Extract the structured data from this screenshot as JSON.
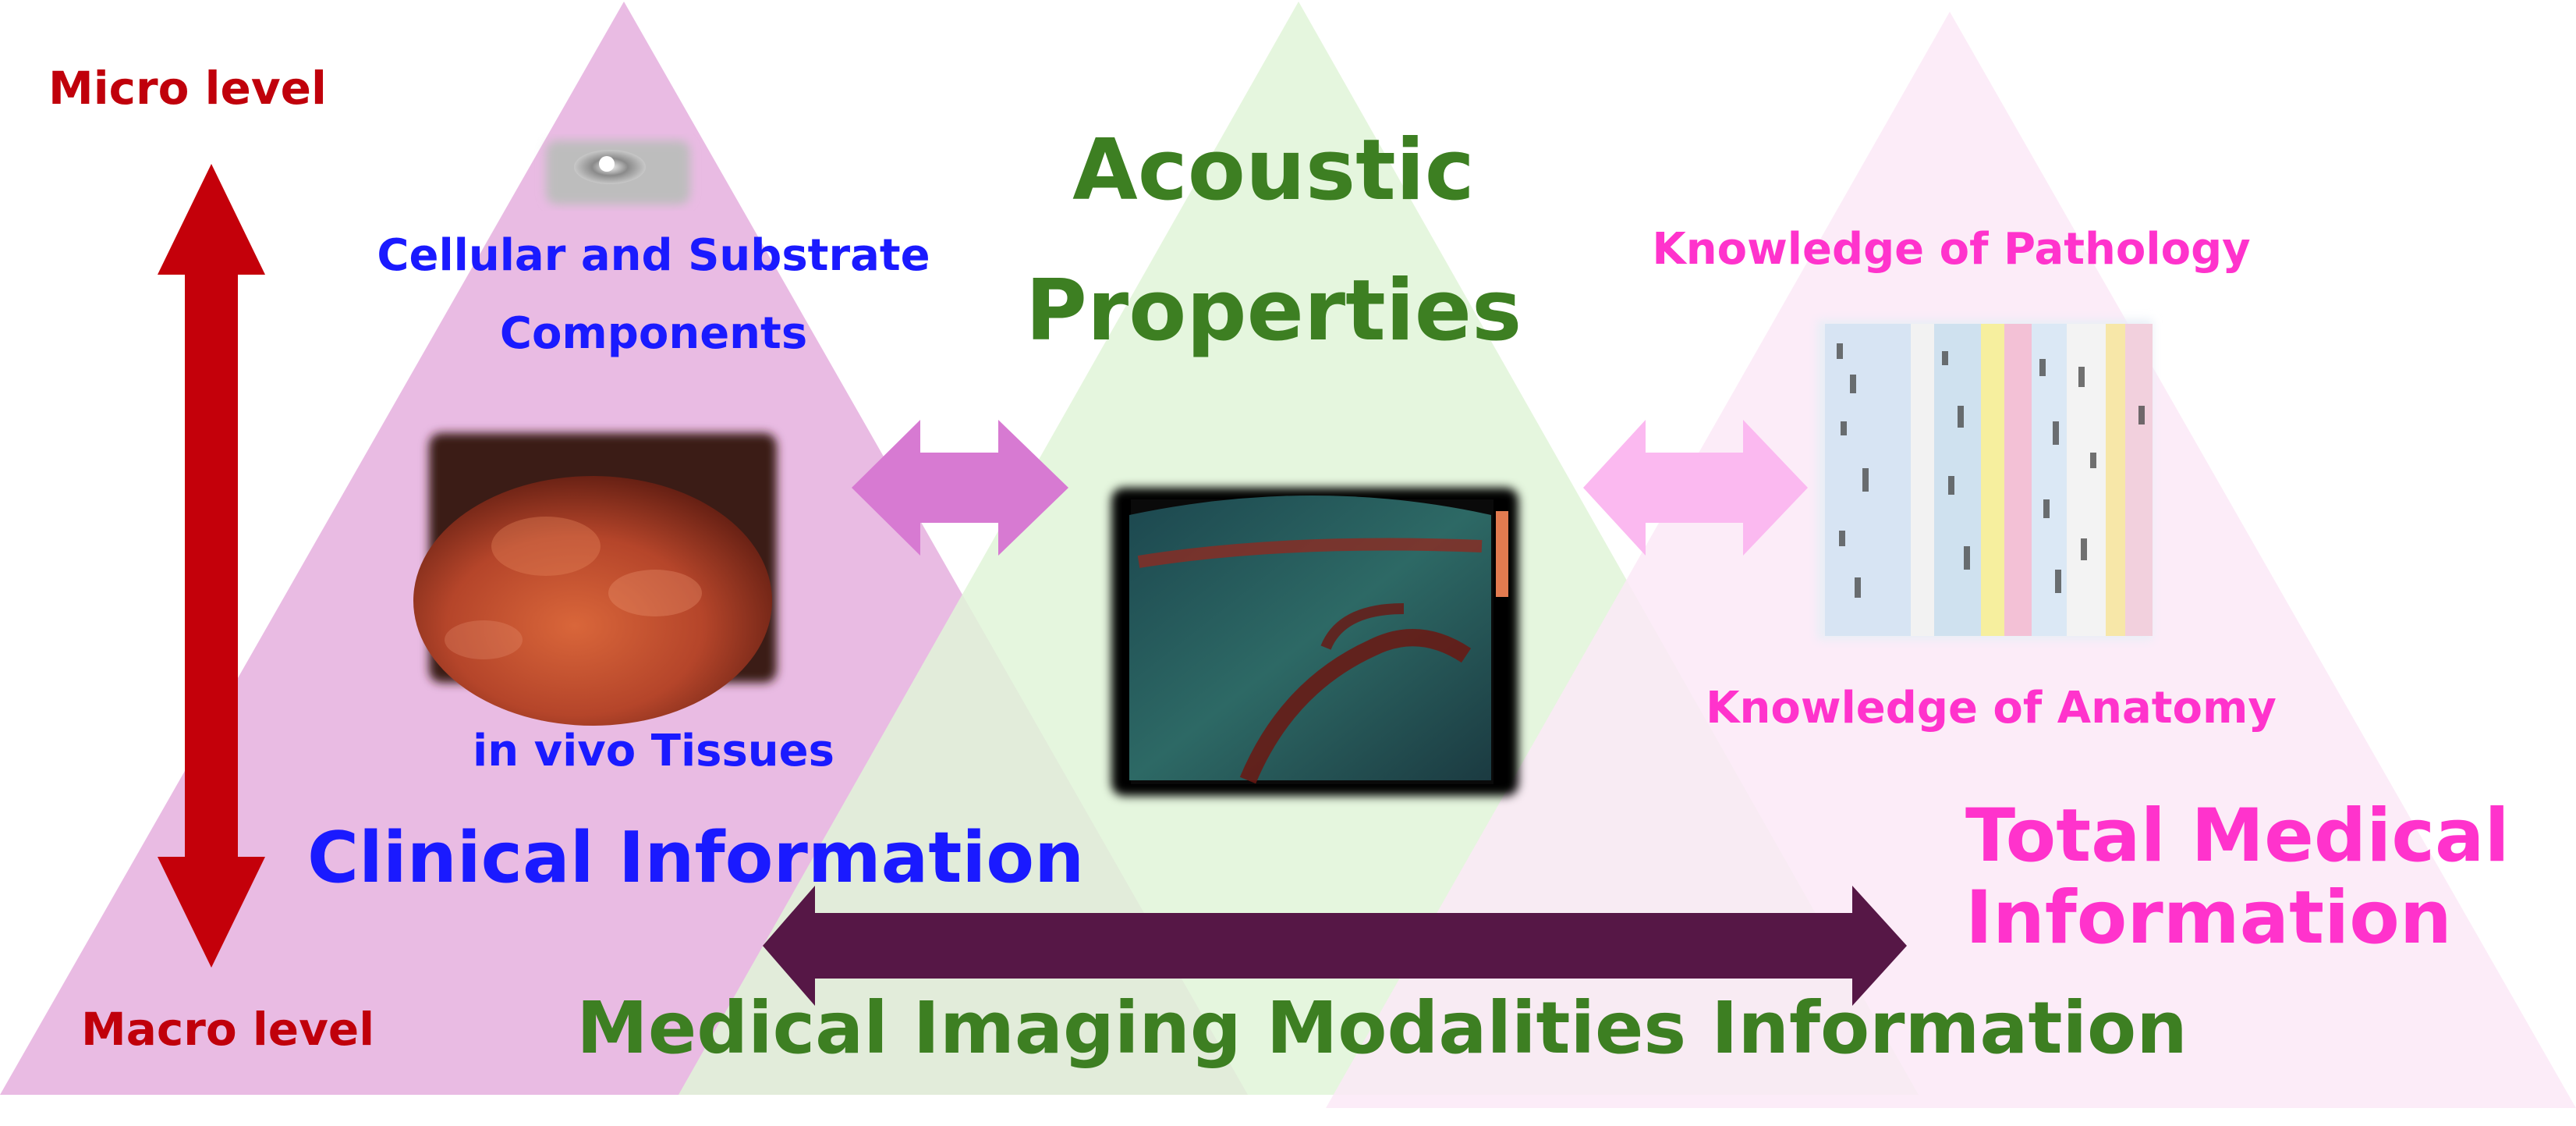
{
  "colors": {
    "micro_macro": "#c0000b",
    "clinical": "#1a1aff",
    "acoustic": "#3d7f22",
    "total_medical": "#ff33cc",
    "arrow_vertical": "#c4000a",
    "arrow_left_pair": "#d77ad2",
    "arrow_right_pair": "#fbb9f0",
    "arrow_bottom": "#561746",
    "triangle_left": "#e8b7e2",
    "triangle_center": "#e0f4d8",
    "triangle_right": "#fbe9f7"
  },
  "scale": {
    "top_label": "Micro level",
    "bottom_label": "Macro level"
  },
  "clinical": {
    "cellular_line1": "Cellular and Substrate",
    "cellular_line2": "Components",
    "tissues": "in vivo Tissues",
    "title": "Clinical Information"
  },
  "acoustic": {
    "title_line1": "Acoustic",
    "title_line2": "Properties"
  },
  "knowledge": {
    "pathology": "Knowledge of Pathology",
    "anatomy": "Knowledge of Anatomy",
    "title_line1": "Total Medical",
    "title_line2": "Information"
  },
  "bottom": {
    "title": "Medical Imaging Modalities Information"
  }
}
